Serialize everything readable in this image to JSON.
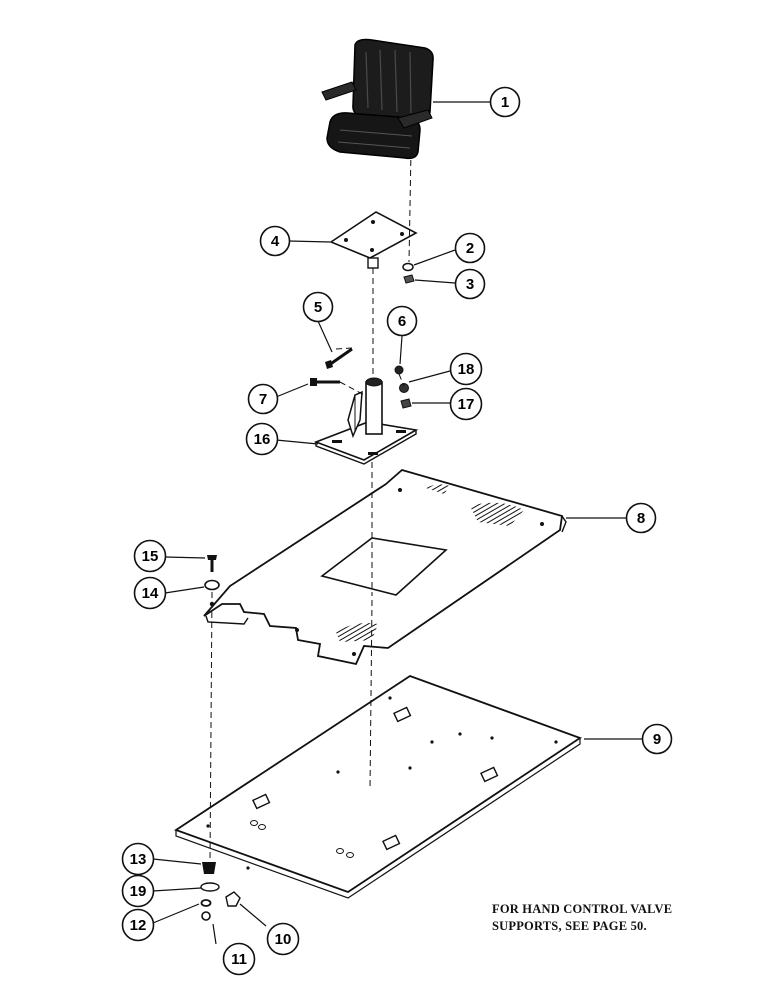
{
  "note": {
    "line1": "FOR HAND CONTROL VALVE",
    "line2": "SUPPORTS, SEE PAGE 50."
  },
  "callouts": [
    {
      "id": "1",
      "label": "1"
    },
    {
      "id": "2",
      "label": "2"
    },
    {
      "id": "3",
      "label": "3"
    },
    {
      "id": "4",
      "label": "4"
    },
    {
      "id": "5",
      "label": "5"
    },
    {
      "id": "6",
      "label": "6"
    },
    {
      "id": "7",
      "label": "7"
    },
    {
      "id": "8",
      "label": "8"
    },
    {
      "id": "9",
      "label": "9"
    },
    {
      "id": "10",
      "label": "10"
    },
    {
      "id": "11",
      "label": "11"
    },
    {
      "id": "12",
      "label": "12"
    },
    {
      "id": "13",
      "label": "13"
    },
    {
      "id": "14",
      "label": "14"
    },
    {
      "id": "15",
      "label": "15"
    },
    {
      "id": "16",
      "label": "16"
    },
    {
      "id": "17",
      "label": "17"
    },
    {
      "id": "18",
      "label": "18"
    },
    {
      "id": "19",
      "label": "19"
    }
  ],
  "colors": {
    "ink": "#111111",
    "paper": "#ffffff"
  }
}
